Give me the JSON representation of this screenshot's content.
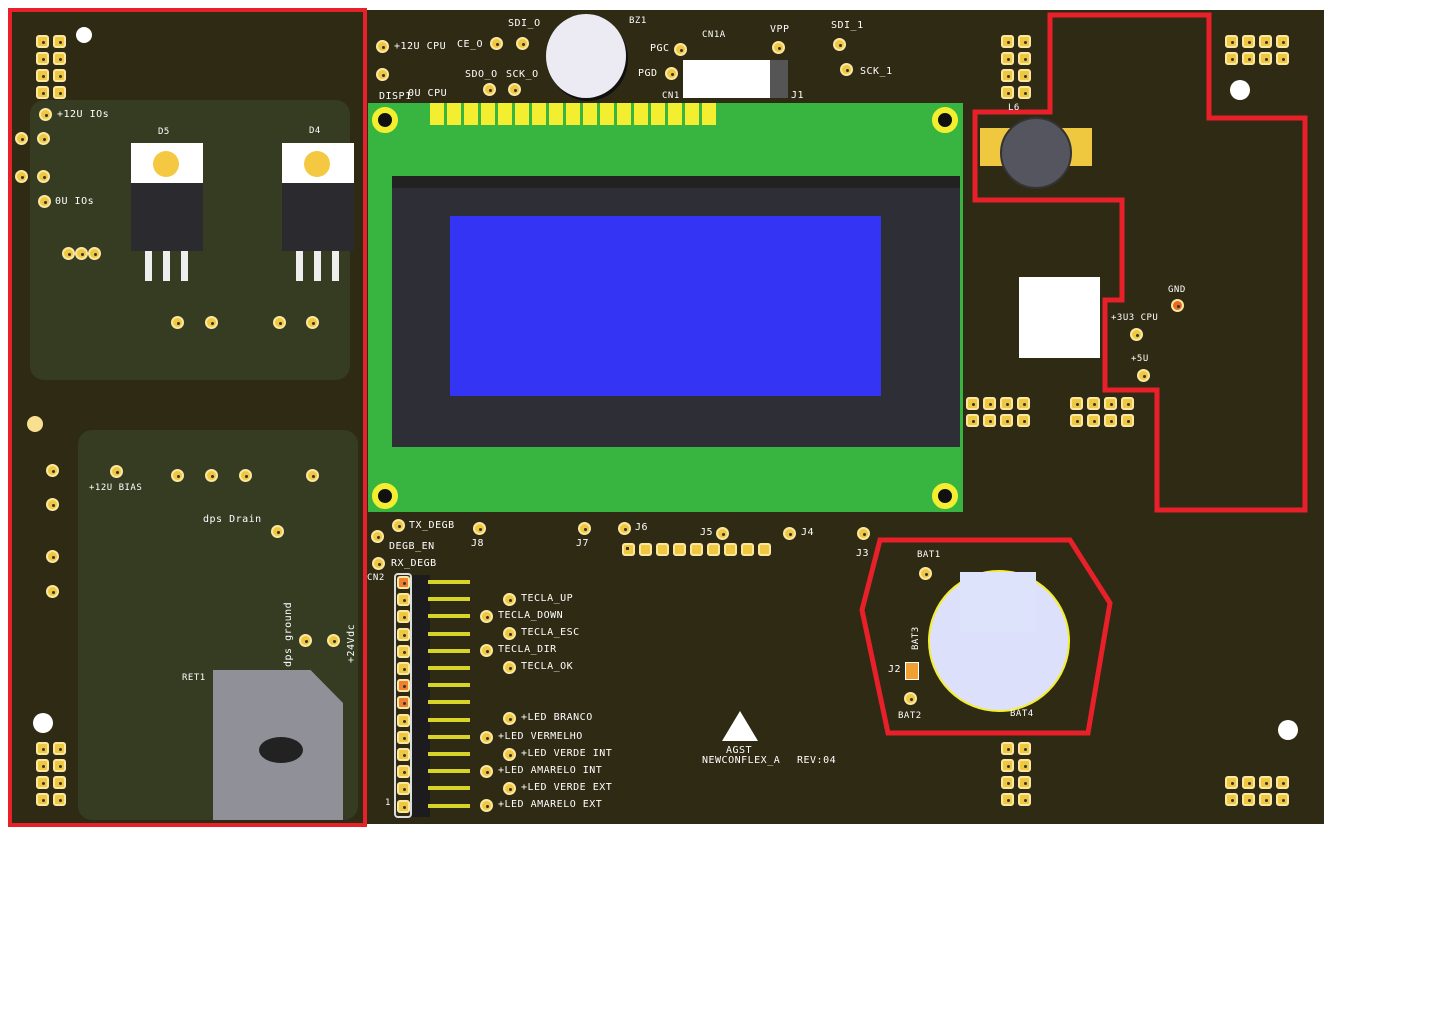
{
  "labels": {
    "p12v_ios": "+12U IOs",
    "ov_ios": "0U IOs",
    "d5": "D5",
    "d4": "D4",
    "p12v_bias": "+12U BIAS",
    "dps_drain": "dps Drain",
    "dps_ground": "dps ground",
    "p24vdc": "+24Vdc",
    "ret1": "RET1",
    "p12v_cpu": "+12U CPU",
    "ce_o": "CE_O",
    "sdi_o": "SDI_O",
    "bz1": "BZ1",
    "sdo_o": "SDO_O",
    "sck_o": "SCK_O",
    "disp1": "DISP1",
    "ov_cpu": "0U CPU",
    "pgc": "PGC",
    "pgd": "PGD",
    "cn1a": "CN1A",
    "cn1": "CN1",
    "vpp": "VPP",
    "j1": "J1",
    "sdi_1": "SDI_1",
    "sck_1": "SCK_1",
    "l6": "L6",
    "gnd": "GND",
    "p3v3_cpu": "+3U3 CPU",
    "p5v": "+5U",
    "tx_degb": "TX_DEGB",
    "degb_en": "DEGB_EN",
    "rx_degb": "RX_DEGB",
    "cn2": "CN2",
    "j8": "J8",
    "j7": "J7",
    "j6": "J6",
    "j5": "J5",
    "j4": "J4",
    "j3": "J3",
    "bat1": "BAT1",
    "bat2": "BAT2",
    "bat3": "BAT3",
    "bat4": "BAT4",
    "j2": "J2",
    "pin1": "1",
    "logo_text": "AGST",
    "board_name": "NEWCONFLEX_A",
    "revision": "REV:04"
  },
  "signals": [
    "TECLA_UP",
    "TECLA_DOWN",
    "TECLA_ESC",
    "TECLA_DIR",
    "TECLA_OK",
    "+LED BRANCO",
    "+LED VERMELHO",
    "+LED VERDE INT",
    "+LED AMARELO INT",
    "+LED VERDE EXT",
    "+LED AMARELO EXT"
  ],
  "colors": {
    "board": "#2f2a14",
    "lcd_pcb": "#38b440",
    "lcd_screen": "#3434f4",
    "pad": "#f0c840",
    "highlight": "#e8202a"
  }
}
